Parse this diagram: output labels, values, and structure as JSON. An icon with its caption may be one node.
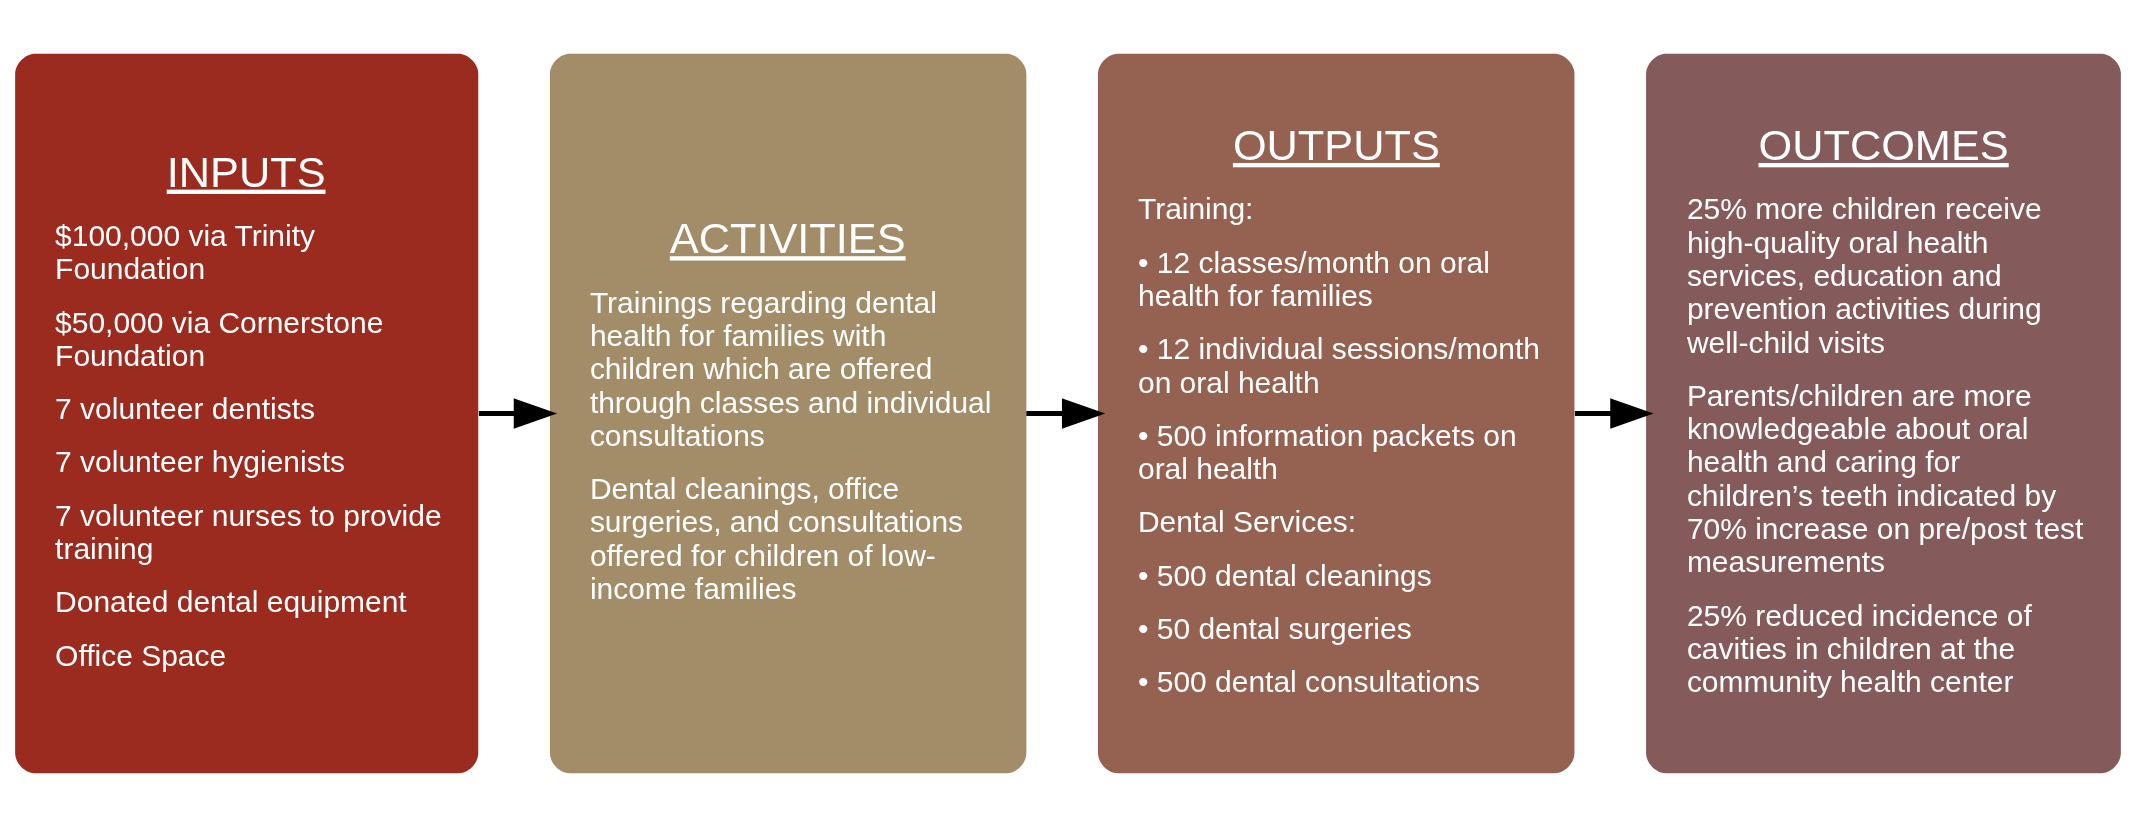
{
  "diagram": {
    "nodes": [
      {
        "text": [
          "INPUTS",
          "$100,000 via Trinity Foundation",
          "$50,000 via Cornerstone Foundation",
          "7 volunteer dentists",
          "7 volunteer hygienists",
          "7 volunteer nurses to provide training",
          "Donated dental equipment",
          "Office Space"
        ]
      },
      {
        "text": [
          "ACTIVITIES",
          "Trainings regarding dental health for families with children which are offered through classes and individual consultations",
          "Dental cleanings, office surgeries, and consultations offered for children of low-income families"
        ]
      },
      {
        "text": [
          "OUTPUTS",
          "Training:",
          "• 12 classes/month on oral health for families",
          "• 12 individual sessions/month on oral health",
          "• 500 information packets on oral health",
          "Dental Services:",
          "• 500 dental cleanings",
          "• 50 dental surgeries",
          "• 500 dental consultations"
        ]
      },
      {
        "text": [
          "OUTCOMES",
          "25% more children receive high-quality oral health services, education and prevention activities during well-child visits",
          "Parents/children are more knowledgeable about oral health and caring for children’s teeth indicated by 70% increase on pre/post test measurements",
          "25% reduced incidence of cavities in children at the community health center"
        ]
      }
    ],
    "edges": [
      {
        "from": 0,
        "to": 1,
        "arrow": "to"
      },
      {
        "from": 1,
        "to": 2,
        "arrow": "to"
      },
      {
        "from": 2,
        "to": 3,
        "arrow": "to"
      }
    ]
  }
}
